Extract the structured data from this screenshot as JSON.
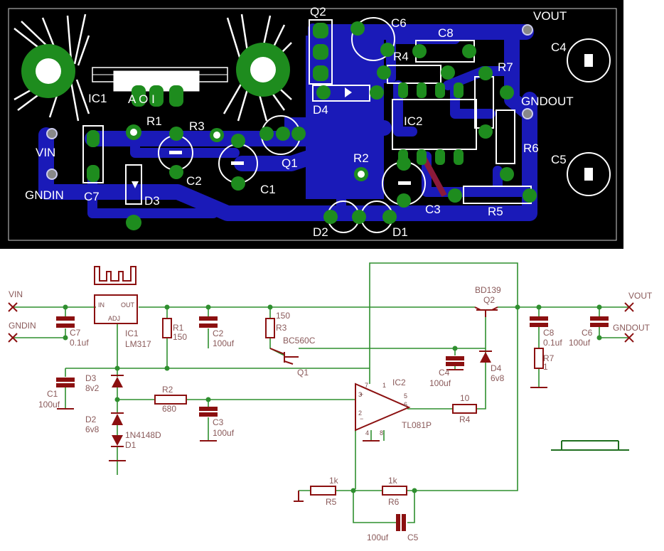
{
  "pcb": {
    "labels": {
      "q2": "Q2",
      "c6": "C6",
      "vout": "VOUT",
      "c8": "C8",
      "c4": "C4",
      "r4": "R4",
      "r7": "R7",
      "gndout": "GNDOUT",
      "ic1": "IC1",
      "ic1_pins": "A  O  I",
      "d4": "D4",
      "ic2": "IC2",
      "r1": "R1",
      "r3": "R3",
      "vin": "VIN",
      "q1": "Q1",
      "r6": "R6",
      "r2": "R2",
      "c5": "C5",
      "c2": "C2",
      "gndin": "GNDIN",
      "c7": "C7",
      "c1": "C1",
      "d3": "D3",
      "c3": "C3",
      "r5": "R5",
      "d2": "D2",
      "d1": "D1"
    },
    "colors": {
      "board": "#000000",
      "trace": "#1a1ab8",
      "pad": "#1e8c1e",
      "silk": "#ffffff"
    }
  },
  "schematic": {
    "nets": {
      "vin": "VIN",
      "gndin": "GNDIN",
      "vout": "VOUT",
      "gndout": "GNDOUT"
    },
    "ic1": {
      "in": "IN",
      "out": "OUT",
      "adj": "ADJ",
      "name": "IC1",
      "value": "LM317"
    },
    "c7": {
      "name": "C7",
      "value": "0.1uf"
    },
    "r1": {
      "name": "R1",
      "value": "150"
    },
    "c2": {
      "name": "C2",
      "value": "100uf"
    },
    "r3": {
      "value": "150",
      "name": "R3"
    },
    "q1": {
      "value": "BC560C",
      "name": "Q1"
    },
    "q2": {
      "value": "BD139",
      "name": "Q2"
    },
    "c8": {
      "name": "C8",
      "value": "0.1uf"
    },
    "c6": {
      "name": "C6",
      "value": "100uf"
    },
    "r7": {
      "name": "R7",
      "value": "1"
    },
    "c1": {
      "name": "C1",
      "value": "100uf"
    },
    "d3": {
      "name": "D3",
      "value": "8v2"
    },
    "r2": {
      "name": "R2",
      "value": "680"
    },
    "c3": {
      "name": "C3",
      "value": "100uf"
    },
    "d2": {
      "name": "D2",
      "value": "6v8"
    },
    "d1": {
      "value": "1N4148D",
      "name": "D1"
    },
    "ic2": {
      "name": "IC2",
      "value": "TL081P",
      "pin7": "7",
      "pin1": "1",
      "pin5": "5",
      "pin6": "6",
      "pin3": "3",
      "pin2": "2",
      "pin4": "4",
      "pin8": "8"
    },
    "c4": {
      "name": "C4",
      "value": "100uf"
    },
    "d4": {
      "name": "D4",
      "value": "6v8"
    },
    "r4": {
      "value": "10",
      "name": "R4"
    },
    "r5": {
      "value": "1k",
      "name": "R5"
    },
    "r6": {
      "value": "1k",
      "name": "R6"
    },
    "c5": {
      "value": "100uf",
      "name": "C5"
    },
    "colors": {
      "wire": "#2f8f2f",
      "part": "#8b1010",
      "text": "#8a5a5a",
      "net_x": "#8b1010"
    }
  }
}
